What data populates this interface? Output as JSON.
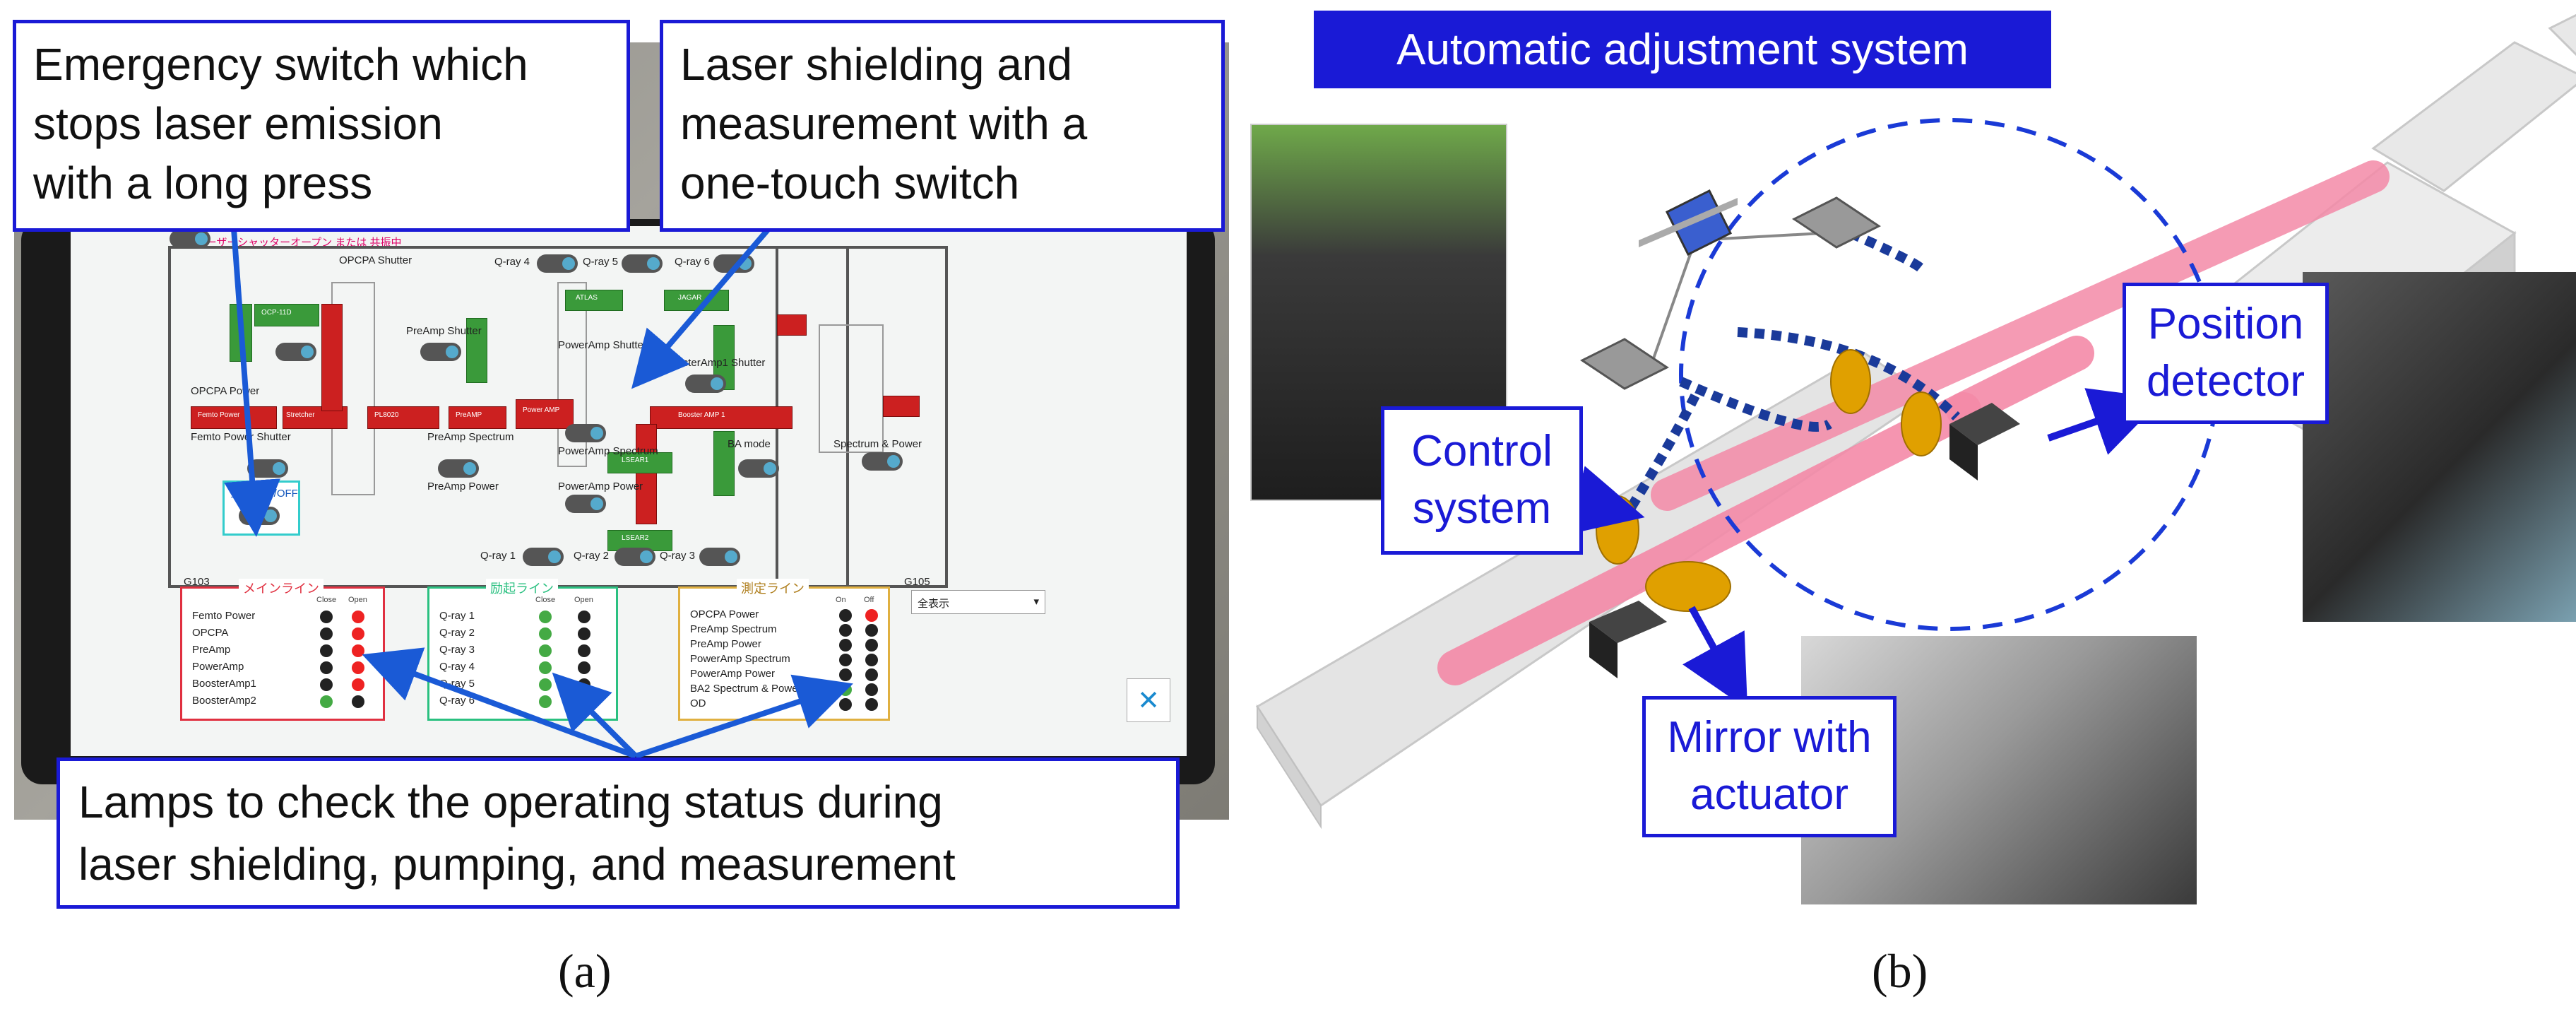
{
  "panel_a": {
    "callout_emergency": [
      "Emergency switch which",
      "stops laser emission",
      "with a long press"
    ],
    "callout_shielding": [
      "Laser shielding and",
      "measurement with a",
      "one-touch switch"
    ],
    "callout_lamps": [
      "Lamps to check the operating status during",
      "laser shielding, pumping, and measurement"
    ],
    "caption": "(a)",
    "tablet": {
      "top_line": "ON レーザーシャッターオープン または 共振中",
      "rooms": [
        "G103",
        "G105"
      ],
      "shutters": [
        "OPCPA Shutter",
        "Q-ray 4",
        "Q-ray 5",
        "Q-ray 6",
        "PreAmp Shutter",
        "Femto Power Shutter",
        "PowerAmp Shutter",
        "BoosterAmp1 Shutter"
      ],
      "module_labels": [
        "OPCPA Power",
        "PreAmp Spectrum",
        "PreAmp Power",
        "PowerAmp Spectrum",
        "PowerAmp Power",
        "Spectrum & Power",
        "BA mode"
      ],
      "beamline": [
        "Femto Power",
        "Stretcher",
        "PL8020",
        "PreAMP",
        "Power AMP",
        "Booster AMP 1"
      ],
      "green_modules": [
        "OCP-11D",
        "ATLAS",
        "JAGAR",
        "LSEAR1",
        "LSEAR2"
      ],
      "qray_row": [
        "Q-ray 1",
        "Q-ray 2",
        "Q-ray 3"
      ],
      "emergency": "全ステ... /OFF",
      "dropdown": "全表示",
      "main_line": {
        "title": "メインライン",
        "cols": [
          "Close",
          "Open"
        ],
        "rows": [
          "Femto Power",
          "OPCPA",
          "PreAmp",
          "PowerAmp",
          "BoosterAmp1",
          "BoosterAmp2"
        ],
        "lamps": [
          [
            "k",
            "r"
          ],
          [
            "k",
            "r"
          ],
          [
            "k",
            "r"
          ],
          [
            "k",
            "r"
          ],
          [
            "k",
            "r"
          ],
          [
            "g",
            "k"
          ]
        ]
      },
      "pump_line": {
        "title": "励起ライン",
        "cols": [
          "Close",
          "Open"
        ],
        "rows": [
          "Q-ray 1",
          "Q-ray 2",
          "Q-ray 3",
          "Q-ray 4",
          "Q-ray 5",
          "Q-ray 6"
        ],
        "lamps": [
          [
            "g",
            "k"
          ],
          [
            "g",
            "k"
          ],
          [
            "g",
            "k"
          ],
          [
            "g",
            "k"
          ],
          [
            "g",
            "k"
          ],
          [
            "g",
            "k"
          ]
        ]
      },
      "measure_line": {
        "title": "測定ライン",
        "cols": [
          "On",
          "Off"
        ],
        "rows": [
          "OPCPA Power",
          "PreAmp Spectrum",
          "PreAmp Power",
          "PowerAmp Spectrum",
          "PowerAmp Power",
          "BA2 Spectrum & Power",
          "OD"
        ],
        "lamps": [
          [
            "k",
            "r"
          ],
          [
            "k",
            "k"
          ],
          [
            "k",
            "k"
          ],
          [
            "k",
            "k"
          ],
          [
            "k",
            "k"
          ],
          [
            "g",
            "k"
          ],
          [
            "k",
            "k"
          ]
        ]
      }
    }
  },
  "panel_b": {
    "title": "Automatic adjustment system",
    "label_control": [
      "Control",
      "system"
    ],
    "label_detector": [
      "Position",
      "detector"
    ],
    "label_mirror": [
      "Mirror with",
      "actuator"
    ],
    "caption": "(b)"
  },
  "colors": {
    "callout_border": "#1a1ad6",
    "beam": "#f48aa8",
    "mirror": "#e0a000",
    "link": "#1a3a9a"
  }
}
